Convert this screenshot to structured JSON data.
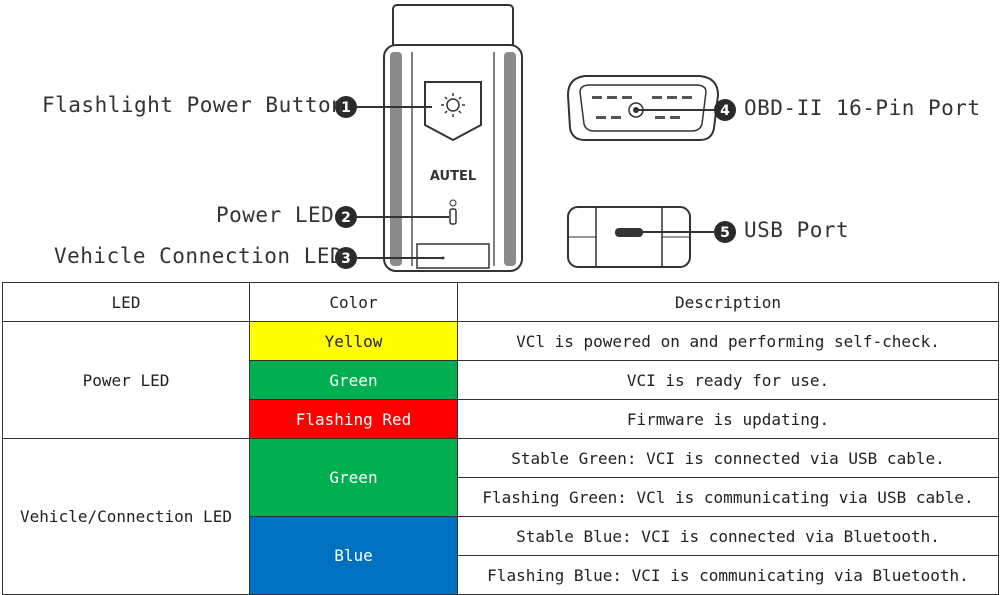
{
  "diagram": {
    "brand": "AUTEL",
    "callouts": [
      {
        "number": "1",
        "label": "Flashlight Power Button"
      },
      {
        "number": "2",
        "label": "Power LED"
      },
      {
        "number": "3",
        "label": "Vehicle Connection LED"
      },
      {
        "number": "4",
        "label": "OBD-II 16-Pin Port"
      },
      {
        "number": "5",
        "label": "USB Port"
      }
    ]
  },
  "table": {
    "headers": {
      "led": "LED",
      "color": "Color",
      "description": "Description"
    },
    "groups": [
      {
        "led": "Power LED",
        "rows": [
          {
            "color": "Yellow",
            "description": "VCl is powered on and performing self-check."
          },
          {
            "color": "Green",
            "description": "VCI is ready for use."
          },
          {
            "color": "Flashing Red",
            "description": "Firmware is updating."
          }
        ]
      },
      {
        "led": "Vehicle/Connection LED",
        "rows": [
          {
            "color": "Green",
            "descriptions": [
              "Stable Green: VCI is connected via USB cable.",
              "Flashing Green: VCl is communicating via USB cable."
            ]
          },
          {
            "color": "Blue",
            "descriptions": [
              "Stable Blue: VCI is connected via Bluetooth.",
              "Flashing Blue: VCI is communicating via Bluetooth."
            ]
          }
        ]
      }
    ],
    "colors": {
      "yellow": "#ffff00",
      "green": "#00b050",
      "red": "#ff0000",
      "blue": "#0070c0"
    }
  }
}
